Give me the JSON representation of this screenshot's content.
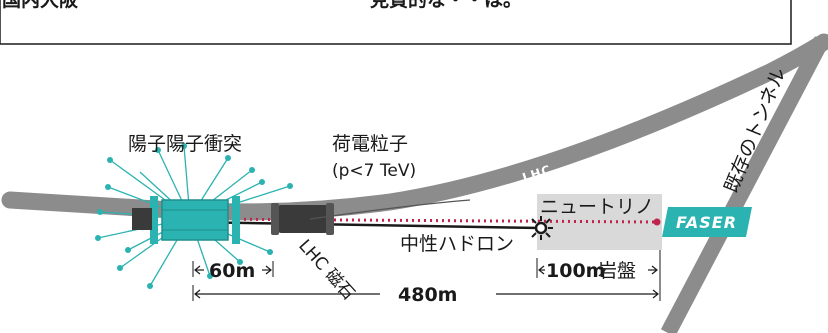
{
  "top_box": {
    "left_text": "国内大阪",
    "right_text": "見質的な・・は。"
  },
  "labels": {
    "collision": "陽子陽子衝突",
    "charged": "荷電粒子",
    "charged_energy": "(p<7 TeV)",
    "lhc_beam": "LHC",
    "existing_tunnel": "既存のトンネル",
    "neutrino": "ニュートリノ",
    "neutral_hadron": "中性ハドロン",
    "lhc_magnet": "LHC 磁石",
    "detector": "FASER"
  },
  "dimensions": {
    "d60": "60m",
    "d480": "480m",
    "d100_value": "100m",
    "d100_label": "岩盤"
  },
  "colors": {
    "beam_gray": "#8c8c8c",
    "teal": "#2bb3b1",
    "neutrino_dot": "#c0244d",
    "rock_gray": "#d9d9d9",
    "magnet_dark": "#3a3a3a",
    "line": "#1a1a1a"
  }
}
